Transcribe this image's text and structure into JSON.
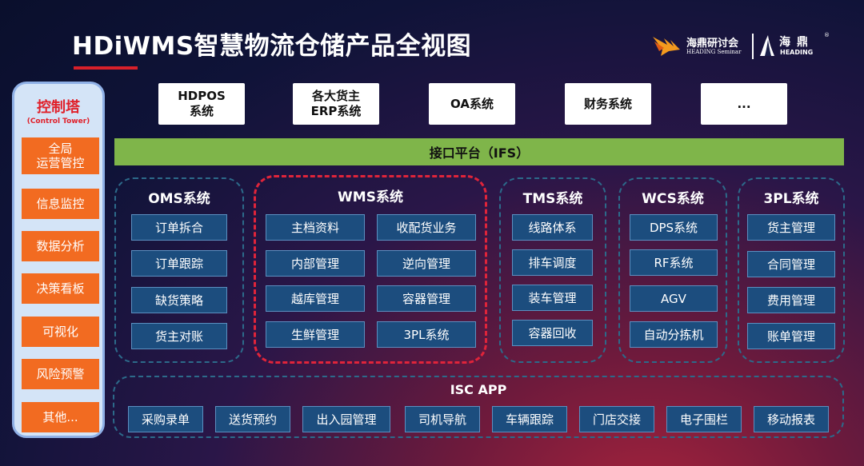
{
  "title": "HDiWMS智慧物流仓储产品全视图",
  "logos": {
    "seminar_cn": "海鼎研讨会",
    "seminar_en": "HEADING Seminar",
    "brand_cn": "海鼎",
    "brand_en": "HEADING",
    "reg_mark": "®"
  },
  "control_tower": {
    "title": "控制塔",
    "subtitle": "(Control Tower)",
    "items": [
      "全局\n运营管控",
      "信息监控",
      "数据分析",
      "决策看板",
      "可视化",
      "风险预警",
      "其他..."
    ]
  },
  "top_systems": [
    "HDPOS\n系统",
    "各大货主\nERP系统",
    "OA系统",
    "财务系统",
    "..."
  ],
  "interface_bar": "接口平台（IFS）",
  "groups": {
    "oms": {
      "title": "OMS系统",
      "items": [
        "订单拆合",
        "订单跟踪",
        "缺货策略",
        "货主对账"
      ]
    },
    "wms": {
      "title": "WMS系统",
      "items": [
        "主档资料",
        "收配货业务",
        "内部管理",
        "逆向管理",
        "越库管理",
        "容器管理",
        "生鲜管理",
        "3PL系统"
      ]
    },
    "tms": {
      "title": "TMS系统",
      "items": [
        "线路体系",
        "排车调度",
        "装车管理",
        "容器回收"
      ]
    },
    "wcs": {
      "title": "WCS系统",
      "items": [
        "DPS系统",
        "RF系统",
        "AGV",
        "自动分拣机"
      ]
    },
    "tpl": {
      "title": "3PL系统",
      "items": [
        "货主管理",
        "合同管理",
        "费用管理",
        "账单管理"
      ]
    }
  },
  "isc_app": {
    "title": "ISC APP",
    "items": [
      "采购录单",
      "送货预约",
      "出入园管理",
      "司机导航",
      "车辆跟踪",
      "门店交接",
      "电子围栏",
      "移动报表"
    ]
  },
  "colors": {
    "accent_red": "#d8202a",
    "tower_orange": "#f26b21",
    "box_blue": "#1c4d7e",
    "ifs_green": "#7fb54a",
    "wms_border": "#e0243a"
  }
}
